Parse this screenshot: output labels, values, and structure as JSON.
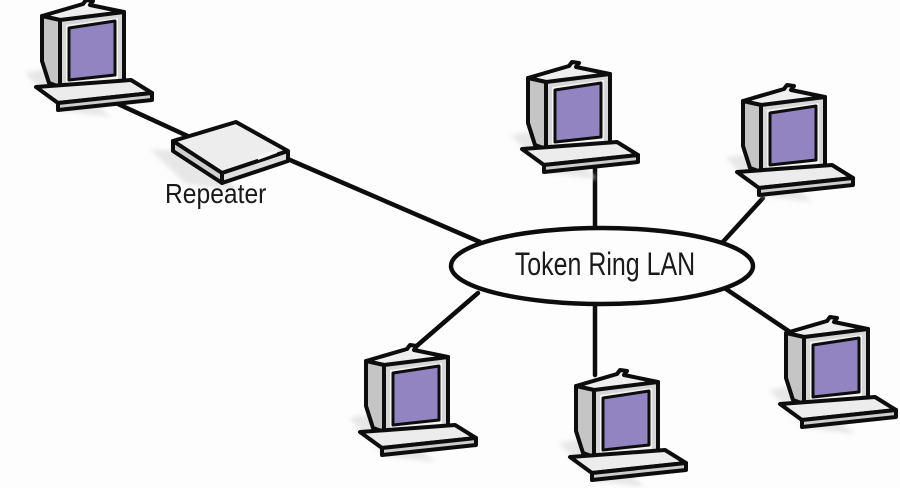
{
  "diagram": {
    "type": "token-ring-network-topology",
    "ring": {
      "label": "Token Ring LAN",
      "shape": "ellipse"
    },
    "repeater": {
      "label": "Repeater",
      "icon": "repeater-icon"
    },
    "workstations": {
      "icon": "computer-icon",
      "count": 6,
      "positions": [
        "top-left",
        "top-center",
        "top-right",
        "bottom-left",
        "bottom-center",
        "bottom-right"
      ]
    },
    "connections": [
      {
        "from": "workstation-top-left",
        "to": "repeater"
      },
      {
        "from": "repeater",
        "to": "token-ring-lan"
      },
      {
        "from": "workstation-top-center",
        "to": "token-ring-lan"
      },
      {
        "from": "workstation-top-right",
        "to": "token-ring-lan"
      },
      {
        "from": "workstation-bottom-left",
        "to": "token-ring-lan"
      },
      {
        "from": "workstation-bottom-center",
        "to": "token-ring-lan"
      },
      {
        "from": "workstation-bottom-right",
        "to": "token-ring-lan"
      }
    ],
    "colors": {
      "outline": "#0d0d0d",
      "screen_purple": "#9184c0",
      "chassis_light": "#ededed",
      "chassis_mid": "#d7d7d7",
      "background": "#fdfdfd"
    }
  }
}
